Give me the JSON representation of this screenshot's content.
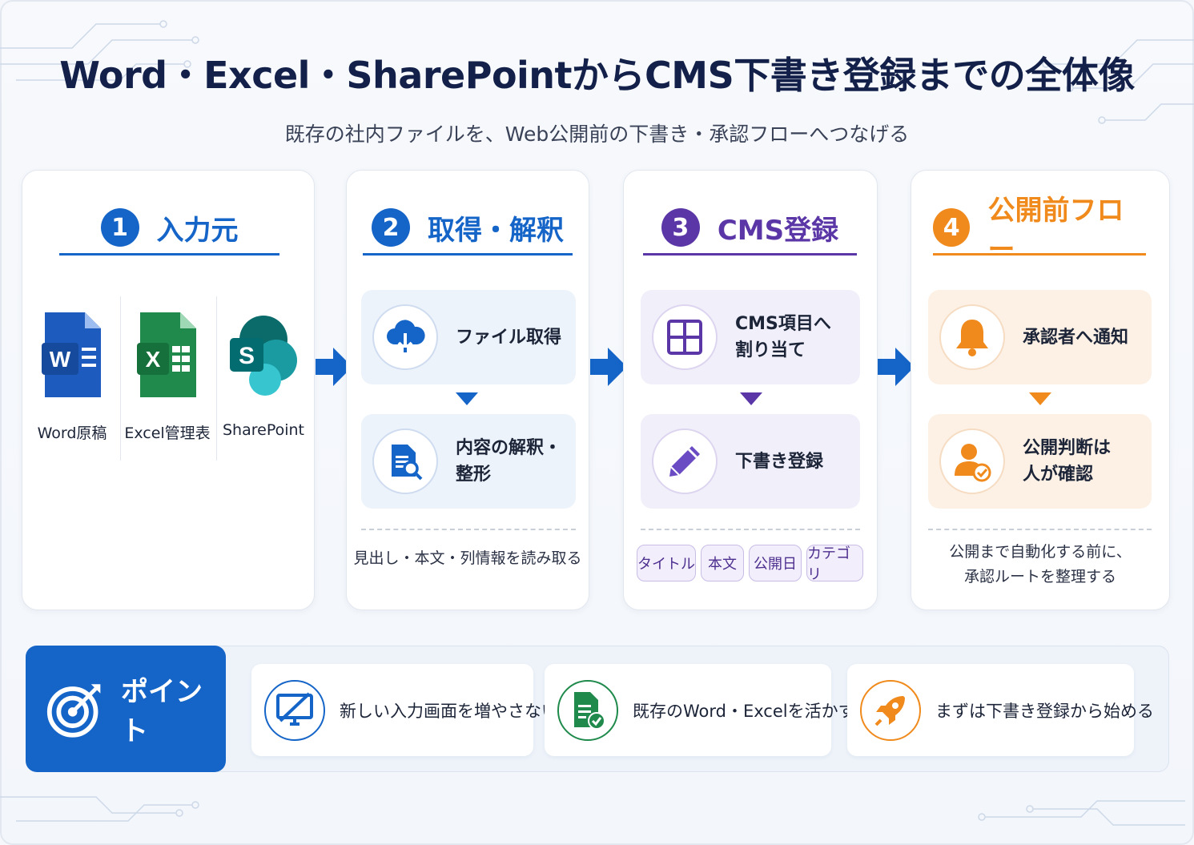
{
  "title": "Word・Excel・SharePointからCMS下書き登録までの全体像",
  "subtitle": "既存の社内ファイルを、Web公開前の下書き・承認フローへつなげる",
  "colors": {
    "blue": "#1565c8",
    "purple": "#5b36a6",
    "orange": "#f08a1c",
    "navy": "#13214a"
  },
  "steps": [
    {
      "number": "1",
      "label": "入力元",
      "color": "#1565c8",
      "files": [
        {
          "icon": "word-icon",
          "label": "Word原稿"
        },
        {
          "icon": "excel-icon",
          "label": "Excel管理表"
        },
        {
          "icon": "sharepoint-icon",
          "label": "SharePoint"
        }
      ]
    },
    {
      "number": "2",
      "label": "取得・解釈",
      "color": "#1565c8",
      "items": [
        {
          "icon": "cloud-download-icon",
          "text": "ファイル取得"
        },
        {
          "icon": "document-search-icon",
          "text": "内容の解釈・整形"
        }
      ],
      "note": "見出し・本文・列情報を読み取る"
    },
    {
      "number": "3",
      "label": "CMS登録",
      "color": "#5b36a6",
      "items": [
        {
          "icon": "grid-icon",
          "text_line1": "CMS項目へ",
          "text_line2": "割り当て"
        },
        {
          "icon": "pencil-icon",
          "text": "下書き登録"
        }
      ],
      "tags": [
        "タイトル",
        "本文",
        "公開日",
        "カテゴリ"
      ]
    },
    {
      "number": "4",
      "label": "公開前フロー",
      "color": "#f08a1c",
      "items": [
        {
          "icon": "bell-icon",
          "text": "承認者へ通知"
        },
        {
          "icon": "user-check-icon",
          "text_line1": "公開判断は",
          "text_line2": "人が確認"
        }
      ],
      "note_line1": "公開まで自動化する前に、",
      "note_line2": "承認ルートを整理する"
    }
  ],
  "points": {
    "label": "ポイント",
    "items": [
      {
        "icon": "monitor-slash-icon",
        "text": "新しい入力画面を増やさない"
      },
      {
        "icon": "document-check-icon",
        "text": "既存のWord・Excelを活かす"
      },
      {
        "icon": "rocket-icon",
        "text": "まずは下書き登録から始める"
      }
    ]
  }
}
